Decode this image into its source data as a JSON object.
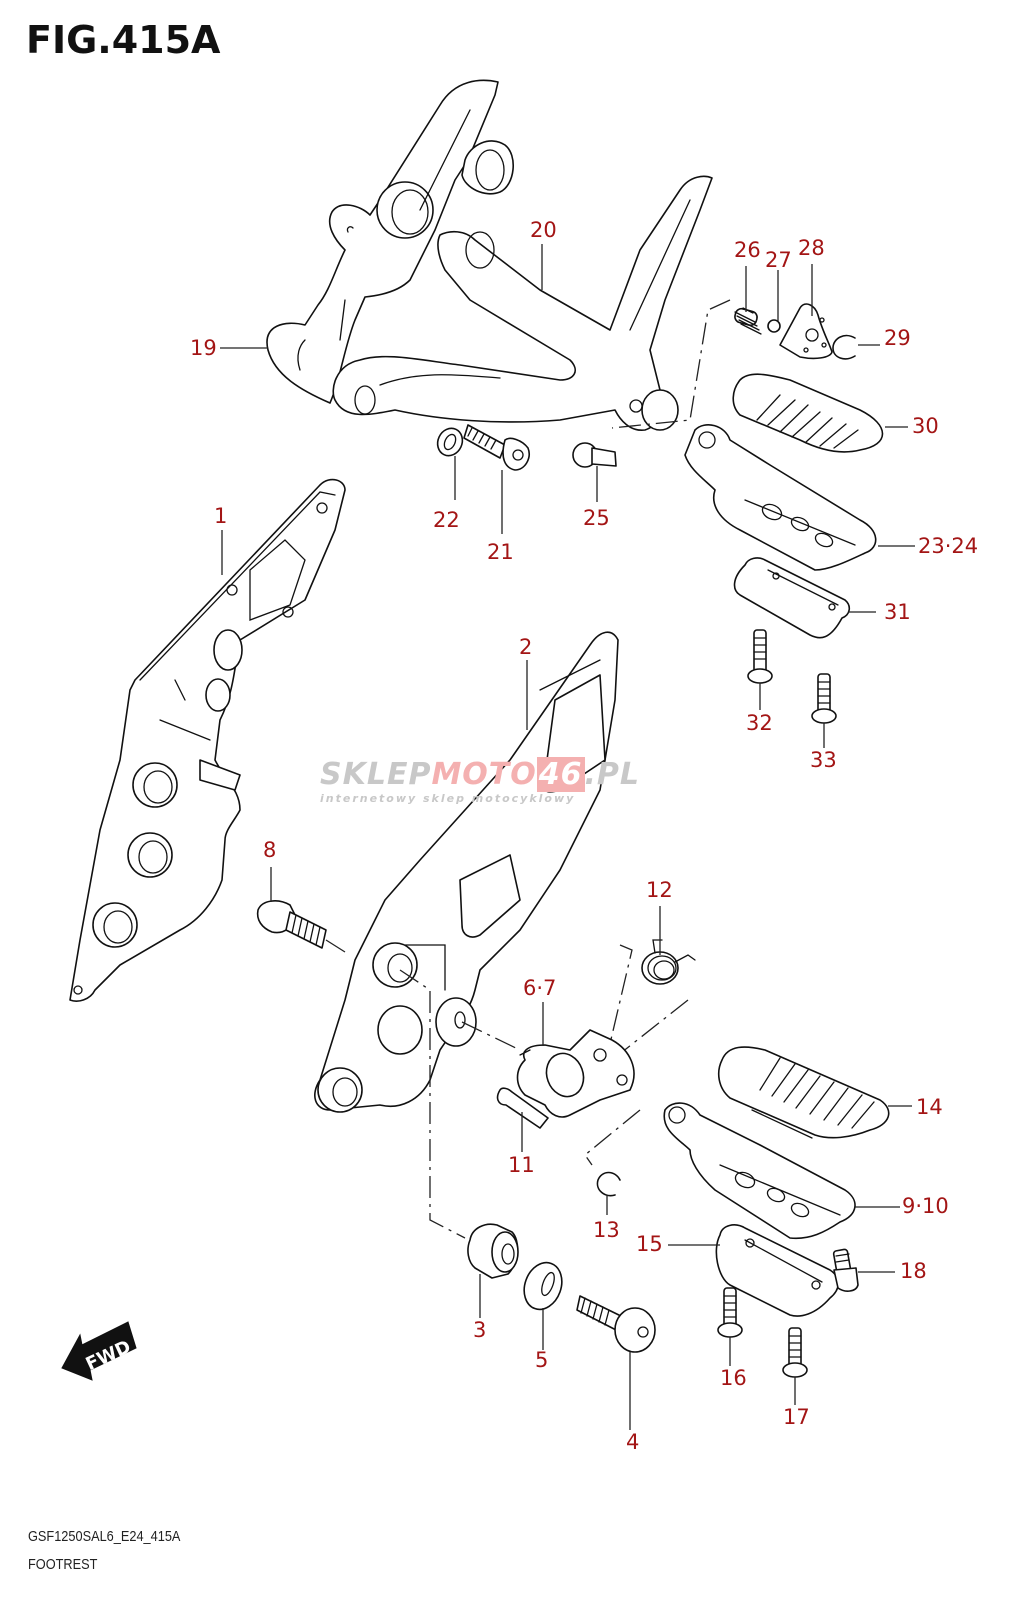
{
  "figure": {
    "title": "FIG.415A",
    "model_code": "GSF1250SAL6_E24_415A",
    "section_name": "FOOTREST",
    "label_color": "#a31515",
    "line_color": "#111111"
  },
  "direction_indicator": {
    "text": "FWD",
    "icon": "forward-arrow-icon"
  },
  "watermark": {
    "part1": "SKLEP",
    "part2": "MOTO",
    "part3": "46",
    "part4": ".PL",
    "subtitle": "internetowy sklep motocyklowy"
  },
  "callouts": [
    {
      "id": "19",
      "text": "19",
      "part": "rear footrest bracket (left)"
    },
    {
      "id": "20",
      "text": "20",
      "part": "rear footrest bracket (right)"
    },
    {
      "id": "26",
      "text": "26",
      "part": "spring"
    },
    {
      "id": "27",
      "text": "27",
      "part": "ball"
    },
    {
      "id": "28",
      "text": "28",
      "part": "plate"
    },
    {
      "id": "29",
      "text": "29",
      "part": "e-ring"
    },
    {
      "id": "30",
      "text": "30",
      "part": "rear footrest rubber"
    },
    {
      "id": "22",
      "text": "22",
      "part": "washer"
    },
    {
      "id": "21",
      "text": "21",
      "part": "bolt"
    },
    {
      "id": "25",
      "text": "25",
      "part": "pin"
    },
    {
      "id": "23-24",
      "text": "23·24",
      "part": "rear footrest"
    },
    {
      "id": "31",
      "text": "31",
      "part": "plate"
    },
    {
      "id": "1",
      "text": "1",
      "part": "front footrest bracket (left)"
    },
    {
      "id": "2",
      "text": "2",
      "part": "front footrest bracket (right)"
    },
    {
      "id": "32",
      "text": "32",
      "part": "screw"
    },
    {
      "id": "33",
      "text": "33",
      "part": "screw"
    },
    {
      "id": "8",
      "text": "8",
      "part": "bolt"
    },
    {
      "id": "12",
      "text": "12",
      "part": "spring"
    },
    {
      "id": "6-7",
      "text": "6·7",
      "part": "holder"
    },
    {
      "id": "11",
      "text": "11",
      "part": "pin"
    },
    {
      "id": "13",
      "text": "13",
      "part": "e-ring"
    },
    {
      "id": "14",
      "text": "14",
      "part": "front footrest rubber"
    },
    {
      "id": "9-10",
      "text": "9·10",
      "part": "front footrest"
    },
    {
      "id": "15",
      "text": "15",
      "part": "plate"
    },
    {
      "id": "18",
      "text": "18",
      "part": "bolt"
    },
    {
      "id": "3",
      "text": "3",
      "part": "collar"
    },
    {
      "id": "5",
      "text": "5",
      "part": "washer"
    },
    {
      "id": "4",
      "text": "4",
      "part": "bolt"
    },
    {
      "id": "16",
      "text": "16",
      "part": "screw"
    },
    {
      "id": "17",
      "text": "17",
      "part": "screw"
    }
  ]
}
